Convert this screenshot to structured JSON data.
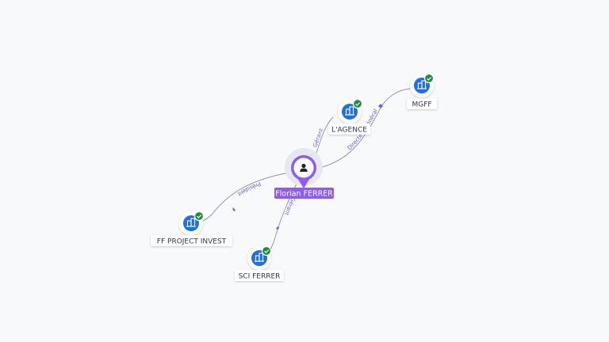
{
  "colors": {
    "person_accent": "#8b5cf6",
    "company_blue": "#1f6fe5",
    "check_green": "#1e8e3e",
    "edge_label": "#6b63d8"
  },
  "person": {
    "name": "Florian FERRER",
    "icon": "person-icon"
  },
  "companies": [
    {
      "id": "lagence",
      "name": "L'AGENCE",
      "icon": "building-icon",
      "verified": true
    },
    {
      "id": "mgff",
      "name": "MGFF",
      "icon": "building-icon",
      "verified": true
    },
    {
      "id": "ffpi",
      "name": "FF PROJECT INVEST",
      "icon": "building-icon",
      "verified": true
    },
    {
      "id": "sci",
      "name": "SCI FERRER",
      "icon": "building-icon",
      "verified": true
    }
  ],
  "relations": [
    {
      "from": "person",
      "to": "lagence",
      "label": "Gérant"
    },
    {
      "from": "person",
      "to": "mgff",
      "label": "Directeur Général"
    },
    {
      "from": "person",
      "to": "ffpi",
      "label": "Président"
    },
    {
      "from": "person",
      "to": "sci",
      "label": "Gérant"
    }
  ]
}
